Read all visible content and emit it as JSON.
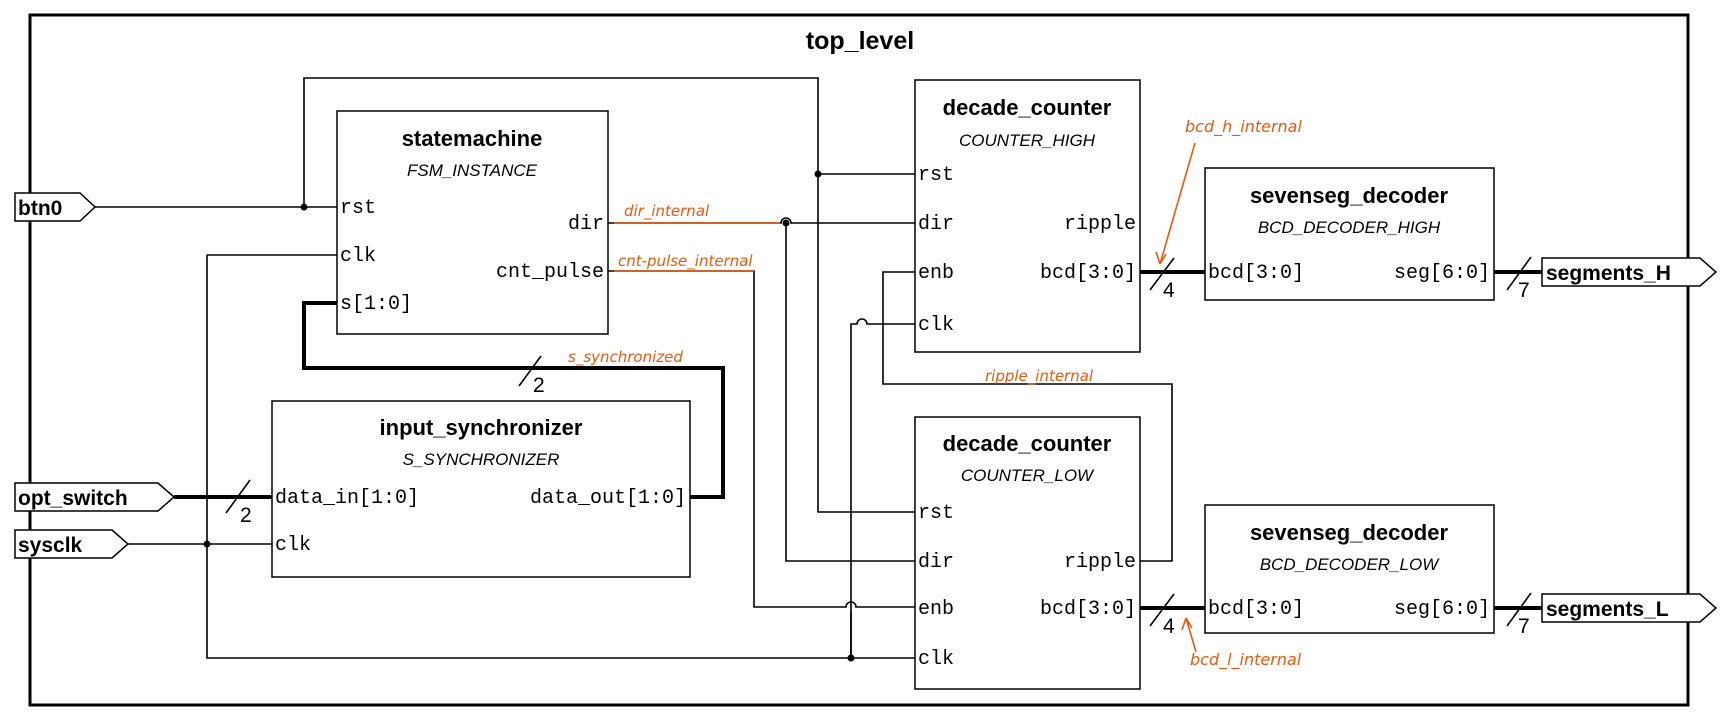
{
  "top_title": "top_level",
  "colors": {
    "annotation": "#e8590c",
    "line": "#000000"
  },
  "blocks": {
    "statemachine": {
      "name": "statemachine",
      "instance": "FSM_INSTANCE",
      "ports": {
        "rst": "rst",
        "clk": "clk",
        "s": "s[1:0]",
        "dir": "dir",
        "cnt_pulse": "cnt_pulse"
      }
    },
    "synchronizer": {
      "name": "input_synchronizer",
      "instance": "S_SYNCHRONIZER",
      "ports": {
        "data_in": "data_in[1:0]",
        "clk": "clk",
        "data_out": "data_out[1:0]"
      }
    },
    "counter_high": {
      "name": "decade_counter",
      "instance": "COUNTER_HIGH",
      "ports": {
        "rst": "rst",
        "dir": "dir",
        "enb": "enb",
        "clk": "clk",
        "ripple": "ripple",
        "bcd": "bcd[3:0]"
      }
    },
    "counter_low": {
      "name": "decade_counter",
      "instance": "COUNTER_LOW",
      "ports": {
        "rst": "rst",
        "dir": "dir",
        "enb": "enb",
        "clk": "clk",
        "ripple": "ripple",
        "bcd": "bcd[3:0]"
      }
    },
    "decoder_high": {
      "name": "sevenseg_decoder",
      "instance": "BCD_DECODER_HIGH",
      "ports": {
        "bcd": "bcd[3:0]",
        "seg": "seg[6:0]"
      }
    },
    "decoder_low": {
      "name": "sevenseg_decoder",
      "instance": "BCD_DECODER_LOW",
      "ports": {
        "bcd": "bcd[3:0]",
        "seg": "seg[6:0]"
      }
    }
  },
  "io": {
    "btn0": "btn0",
    "opt_switch": "opt_switch",
    "sysclk": "sysclk",
    "segments_h": "segments_H",
    "segments_l": "segments_L"
  },
  "bus_widths": {
    "s_sync": "2",
    "opt_switch": "2",
    "bcd_high": "4",
    "bcd_low": "4",
    "seg_high": "7",
    "seg_low": "7"
  },
  "annotations": {
    "dir_internal": "dir_internal",
    "cnt_pulse_internal": "cnt-pulse_internal",
    "s_synchronized": "s_synchronized",
    "ripple_internal": "ripple_internal",
    "bcd_h_internal": "bcd_h_internal",
    "bcd_l_internal": "bcd_l_internal"
  }
}
